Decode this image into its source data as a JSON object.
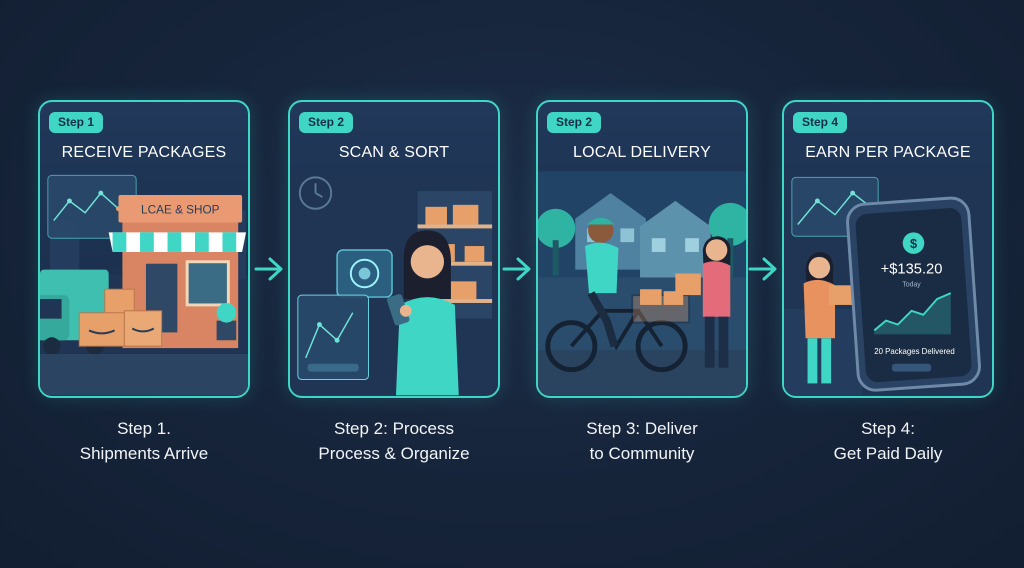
{
  "steps": [
    {
      "badge": "Step 1",
      "title": "RECEIVE PACKAGES",
      "shop_sign": "LCAE & SHOP",
      "caption_line1": "Step 1.",
      "caption_line2": "Shipments Arrive"
    },
    {
      "badge": "Step 2",
      "title": "SCAN & SORT",
      "caption_line1": "Step 2: Process",
      "caption_line2": "Process & Organize"
    },
    {
      "badge": "Step 2",
      "title": "LOCAL DELIVERY",
      "caption_line1": "Step 3: Deliver",
      "caption_line2": "to Community"
    },
    {
      "badge": "Step 4",
      "title": "EARN PER PACKAGE",
      "phone_amount": "+$135.20",
      "phone_period": "Today",
      "phone_packages": "20 Packages Delivered",
      "caption_line1": "Step 4:",
      "caption_line2": "Get Paid Daily"
    }
  ],
  "colors": {
    "accent": "#3fd6c6",
    "background": "#16243a",
    "box": "#e8a06a",
    "shirt": "#3fd6c6"
  }
}
